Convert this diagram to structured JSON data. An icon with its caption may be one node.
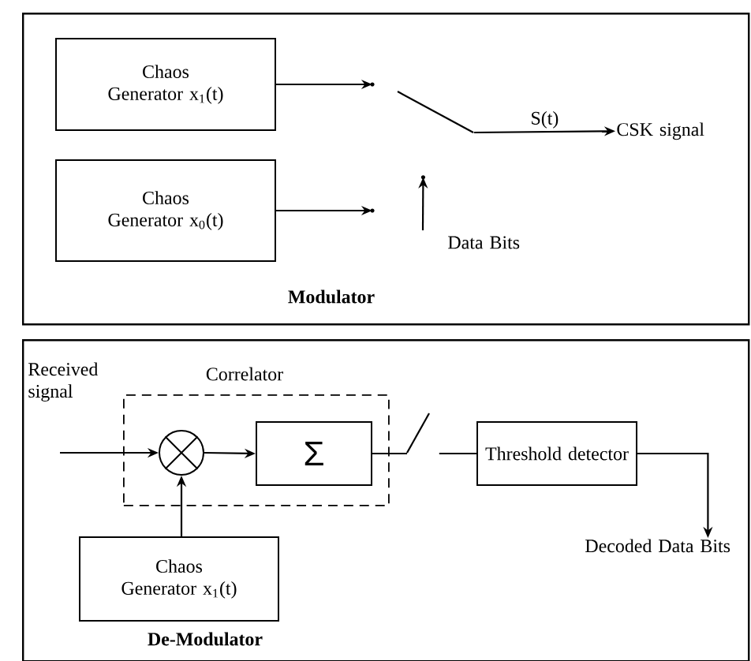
{
  "diagram": {
    "nodes": [
      {
        "text": [
          "Modulator"
        ]
      },
      {
        "text": [
          "Chaos Generator x$_{1}$(t)"
        ],
        "in": 0
      },
      {
        "text": [
          "Chaos Generator x$_{0}$(t)"
        ],
        "in": 0
      },
      {
        "text": [],
        "shape": "switch",
        "in": 0
      },
      {
        "text": [
          "CSK signal"
        ],
        "in": 0
      },
      {
        "text": [
          "Data Bits"
        ],
        "in": 0
      },
      {
        "text": [
          "De-Modulator"
        ]
      },
      {
        "text": [
          "Correlator"
        ],
        "in": 6
      },
      {
        "text": [
          "Received signal"
        ],
        "in": 6
      },
      {
        "text": [],
        "shape": "circle",
        "in": 7
      },
      {
        "text": [
          "Σ"
        ],
        "in": 7
      },
      {
        "text": [
          "Chaos Generator x$_{1}$(t)"
        ],
        "in": 6
      },
      {
        "text": [],
        "shape": "switch",
        "in": 6
      },
      {
        "text": [
          "Threshold detector"
        ],
        "in": 6
      },
      {
        "text": [
          "Decoded Data Bits"
        ],
        "in": 6
      }
    ],
    "edges": [
      {
        "from": 1,
        "to": 3,
        "arrow": "to"
      },
      {
        "from": 2,
        "to": 3,
        "arrow": "to"
      },
      {
        "from": 3,
        "to": 4,
        "arrow": "to",
        "label": "S(t)"
      },
      {
        "from": 5,
        "to": 3,
        "arrow": "to"
      },
      {
        "from": 8,
        "to": 9,
        "arrow": "to"
      },
      {
        "from": 9,
        "to": 10,
        "arrow": "to"
      },
      {
        "from": 11,
        "to": 9,
        "arrow": "to"
      },
      {
        "from": 10,
        "to": 12,
        "arrow": "none"
      },
      {
        "from": 12,
        "to": 13,
        "arrow": "none"
      },
      {
        "from": 13,
        "to": 14,
        "arrow": "to"
      }
    ]
  }
}
